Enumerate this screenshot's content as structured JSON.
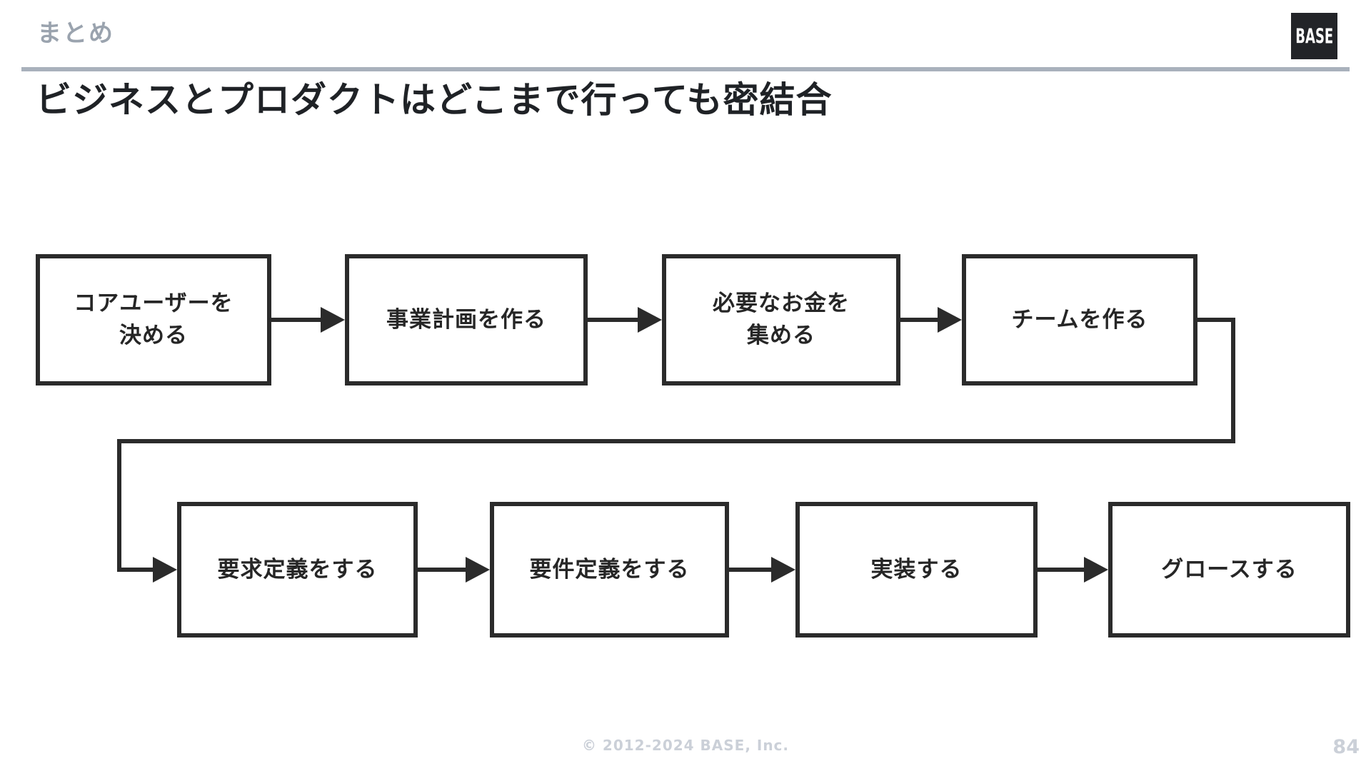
{
  "header": {
    "label": "まとめ",
    "logo_text": "BASE"
  },
  "title": "ビジネスとプロダクトはどこまで行っても密結合",
  "flowchart": {
    "nodes": [
      {
        "id": 1,
        "label": "コアユーザーを\n決める"
      },
      {
        "id": 2,
        "label": "事業計画を作る"
      },
      {
        "id": 3,
        "label": "必要なお金を\n集める"
      },
      {
        "id": 4,
        "label": "チームを作る"
      },
      {
        "id": 5,
        "label": "要求定義をする"
      },
      {
        "id": 6,
        "label": "要件定義をする"
      },
      {
        "id": 7,
        "label": "実装する"
      },
      {
        "id": 8,
        "label": "グロースする"
      }
    ],
    "connections": [
      {
        "from": 1,
        "to": 2
      },
      {
        "from": 2,
        "to": 3
      },
      {
        "from": 3,
        "to": 4
      },
      {
        "from": 4,
        "to": 5,
        "type": "elbow"
      },
      {
        "from": 5,
        "to": 6
      },
      {
        "from": 6,
        "to": 7
      },
      {
        "from": 7,
        "to": 8
      }
    ]
  },
  "footer": {
    "copyright": "© 2012-2024 BASE, Inc.",
    "page_number": "84"
  },
  "colors": {
    "ink": "#2b2b2b",
    "muted": "#9aa3ae",
    "divider": "#a9b1bc",
    "faint": "#cbd0d8",
    "logo-bg": "#222428"
  }
}
